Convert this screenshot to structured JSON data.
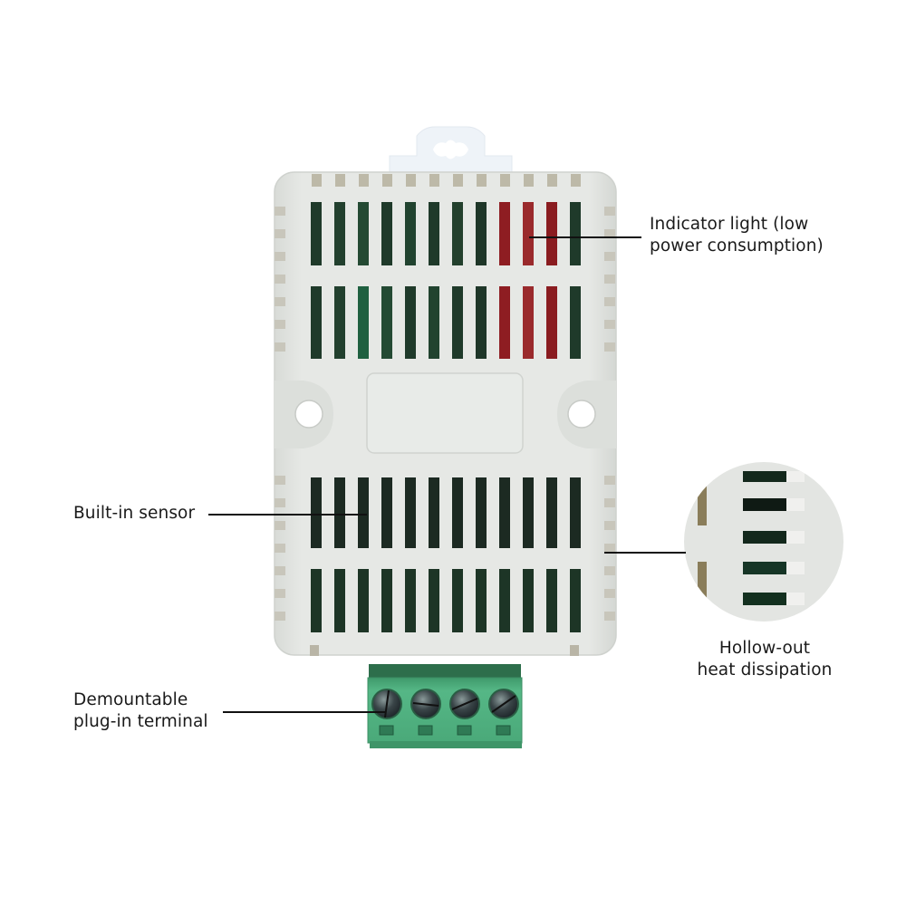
{
  "image": {
    "type": "product annotation photo",
    "subject": "Temperature and humidity sensor transmitter enclosure",
    "background": "#ffffff"
  },
  "colors": {
    "housing": "#e4e6e3",
    "housing_shadow": "#c9ccc8",
    "vent_dark": "#1e2a22",
    "pcb_green": "#1f4a33",
    "pcb_red": "#8e1d22",
    "terminal_green": "#4fb381",
    "hanger": "#eef3f8",
    "leader_line": "#111111"
  },
  "annotations": [
    {
      "id": "indicator-light",
      "lines": [
        "Indicator light (low",
        "power consumption)"
      ]
    },
    {
      "id": "built-in-sensor",
      "lines": [
        "Built-in sensor"
      ]
    },
    {
      "id": "hollow-out",
      "lines": [
        "Hollow-out",
        "heat dissipation"
      ]
    },
    {
      "id": "terminal",
      "lines": [
        "Demountable",
        "plug-in terminal"
      ]
    }
  ],
  "device": {
    "vent_columns": 12,
    "vent_rows": 4,
    "side_ribs_per_side": 14,
    "mounting_holes": 2,
    "terminal_screws": 4
  }
}
